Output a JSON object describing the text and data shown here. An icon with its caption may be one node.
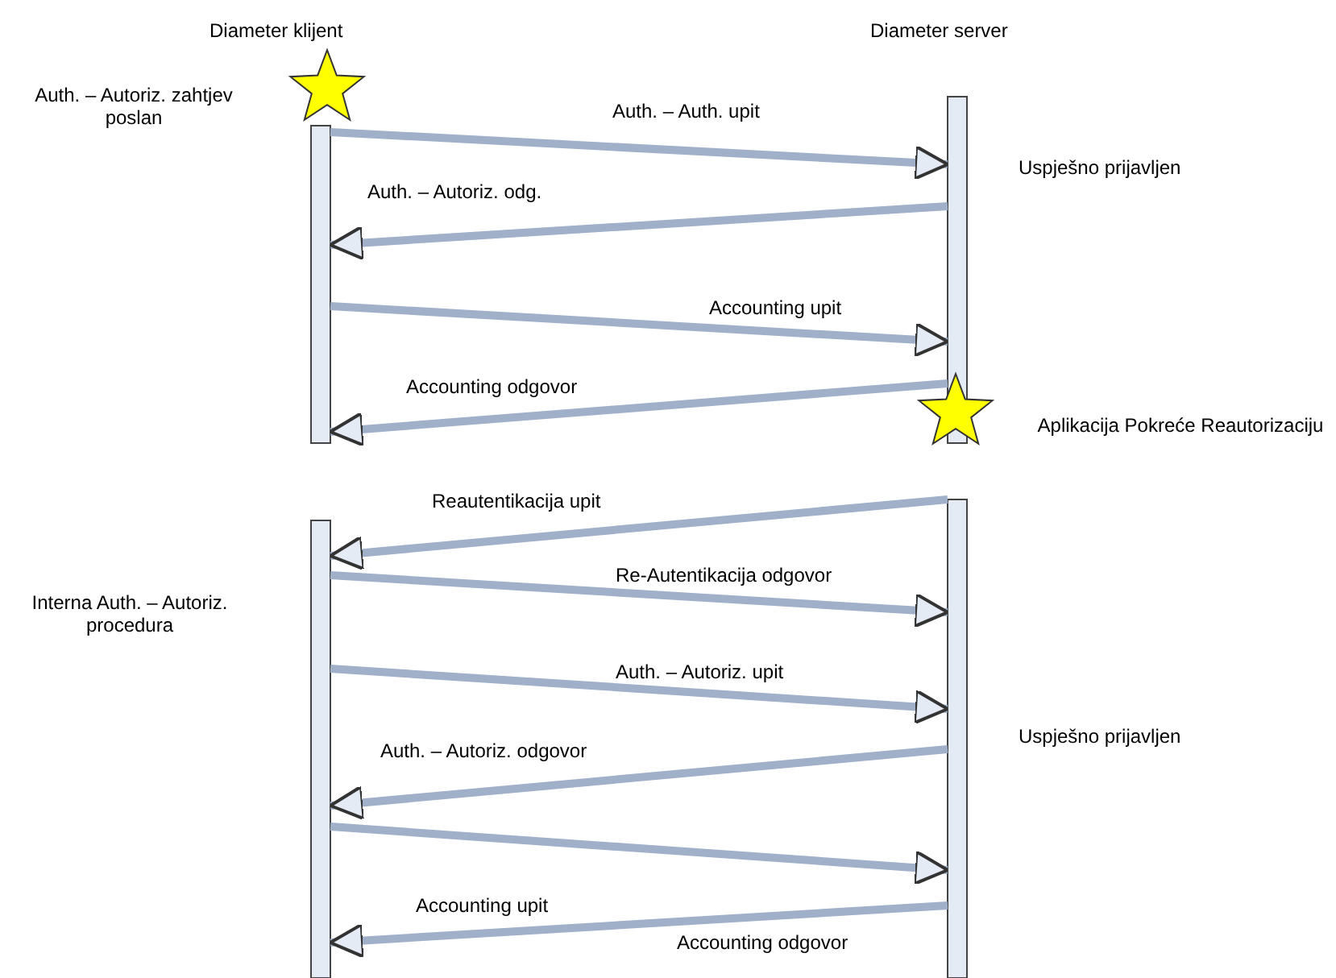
{
  "diagram": {
    "nodes": [
      {
        "text": [],
        "shape": "bar"
      },
      {
        "text": [],
        "shape": "bar"
      },
      {
        "text": [],
        "shape": "bar"
      },
      {
        "text": [],
        "shape": "bar"
      },
      {
        "text": [],
        "shape": "star"
      },
      {
        "text": [],
        "shape": "star"
      }
    ],
    "edges": [
      {
        "from": 0,
        "to": 1,
        "arrow": "to",
        "label": "Auth. – Auth. upit"
      },
      {
        "from": 1,
        "to": 0,
        "arrow": "to",
        "label": "Auth. – Autoriz. odg."
      },
      {
        "from": 0,
        "to": 1,
        "arrow": "to",
        "label": "Accounting upit"
      },
      {
        "from": 1,
        "to": 0,
        "arrow": "to",
        "label": "Accounting odgovor"
      },
      {
        "from": 3,
        "to": 2,
        "arrow": "to",
        "label": "Reautentikacija upit"
      },
      {
        "from": 2,
        "to": 3,
        "arrow": "to",
        "label": "Re-Autentikacija odgovor"
      },
      {
        "from": 2,
        "to": 3,
        "arrow": "to",
        "label": "Auth. – Autoriz. upit"
      },
      {
        "from": 3,
        "to": 2,
        "arrow": "to",
        "label": "Auth. – Autoriz. odgovor"
      },
      {
        "from": 2,
        "to": 3,
        "arrow": "to"
      },
      {
        "from": 3,
        "to": 2,
        "arrow": "to",
        "label": "Accounting upit"
      }
    ],
    "labels": [
      "Diameter klijent",
      "Diameter server",
      "Auth. – Autoriz. zahtjev poslan",
      "Uspješno prijavljen",
      "Aplikacija Pokreće Reautorizaciju",
      "Interna Auth. – Autoriz. procedura",
      "Uspješno prijavljen",
      "Accounting odgovor"
    ]
  }
}
